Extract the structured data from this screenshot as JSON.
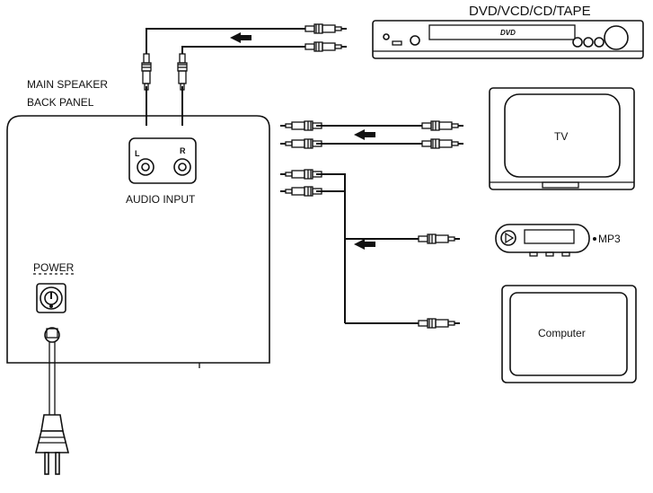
{
  "labels": {
    "dvd_title": "DVD/VCD/CD/TAPE",
    "dvd_logo": "DVD",
    "main_speaker_line1": "MAIN SPEAKER",
    "main_speaker_line2": "BACK PANEL",
    "audio_input": "AUDIO INPUT",
    "jack_left": "L",
    "jack_right": "R",
    "power": "POWER",
    "tv": "TV",
    "mp3": "MP3",
    "computer": "Computer"
  },
  "icons": [
    "arrow-left-icon",
    "rca-plug-icon",
    "power-knob-icon",
    "power-plug-icon"
  ]
}
